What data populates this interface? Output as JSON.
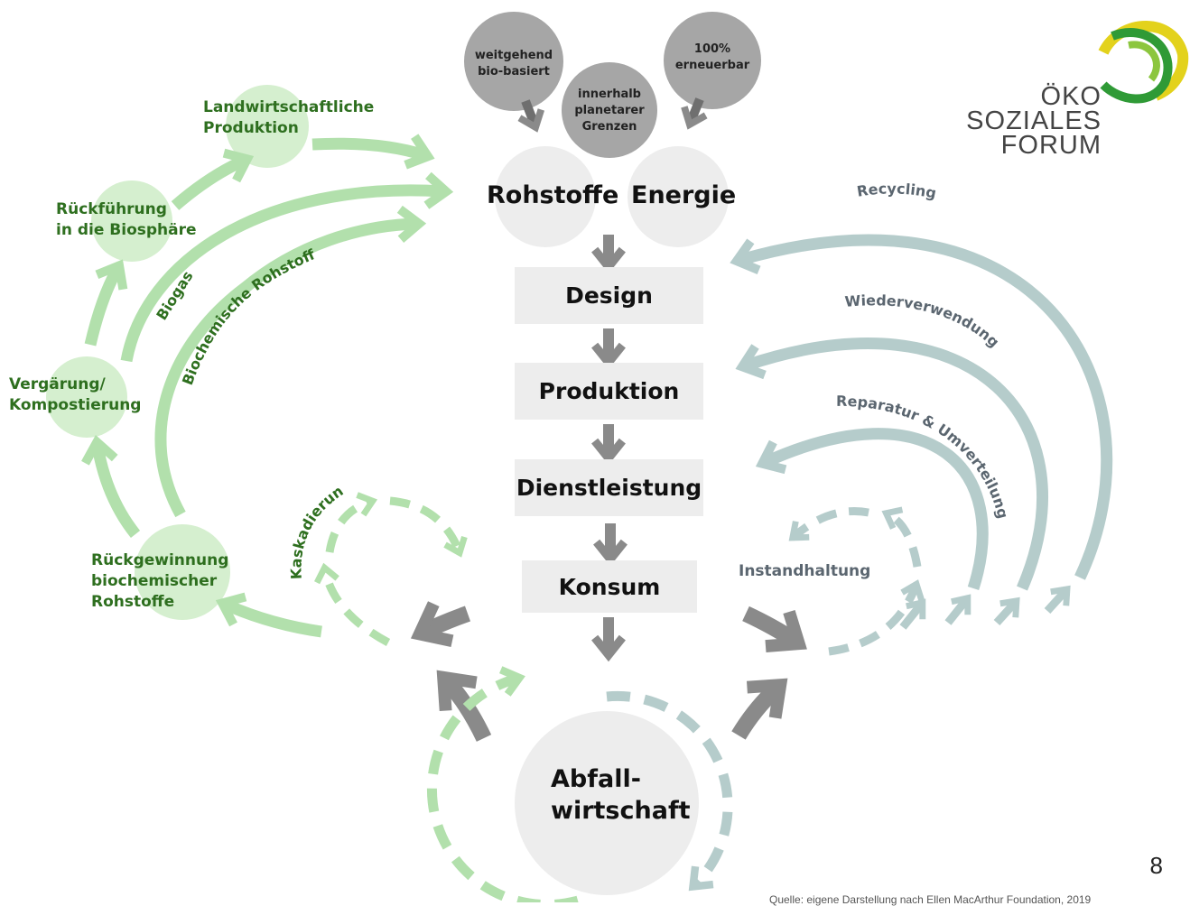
{
  "inputs": {
    "bio": "weitgehend\nbio-basiert",
    "planetary": "innerhalb\nplanetarer\nGrenzen",
    "renewable": "100%\nerneuerbar"
  },
  "resources": {
    "raw": "Rohstoffe",
    "energy": "Energie"
  },
  "stages": {
    "design": "Design",
    "production": "Produktion",
    "service": "Dienstleistung",
    "consumption": "Konsum"
  },
  "waste": "Abfall-\nwirtschaft",
  "bio_cycle": {
    "agri": "Landwirtschaftliche\nProduktion",
    "biosphere": "Rückführung\nin die Biosphäre",
    "compost": "Vergärung/\nKompostierung",
    "recovery": "Rückgewinnung\nbiochemischer\nRohstoffe",
    "biogas": "Biogas",
    "biochem_raw": "Biochemische Rohstoffe",
    "cascading": "Kaskadierung"
  },
  "tech_cycle": {
    "recycling": "Recycling",
    "reuse": "Wiederverwendung",
    "repair": "Reparatur & Umverteilung",
    "maintenance": "Instandhaltung"
  },
  "logo": {
    "line1": "ÖKO",
    "line2": "SOZIALES",
    "line3": "FORUM"
  },
  "page_number": "8",
  "source": "Quelle: eigene Darstellung nach Ellen MacArthur Foundation, 2019",
  "colors": {
    "green_light": "#b2e0ac",
    "green_text": "#2e6f1f",
    "teal_light": "#b5cccb",
    "grey_arrow": "#8a8a8a",
    "stage_bg": "#ededed"
  }
}
